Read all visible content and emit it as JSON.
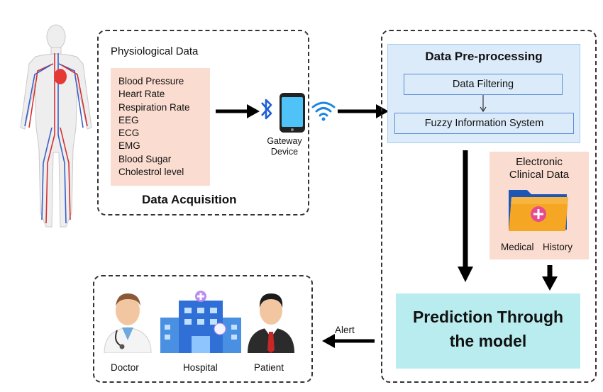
{
  "acquisition": {
    "heading": "Physiological Data",
    "signals": [
      "Blood Pressure",
      "Heart Rate",
      "Respiration Rate",
      "EEG",
      "ECG",
      "EMG",
      "Blood Sugar",
      "Cholestrol level"
    ],
    "title": "Data Acquisition"
  },
  "gateway": {
    "line1": "Gateway",
    "line2": "Device"
  },
  "preprocessing": {
    "title": "Data Pre-processing",
    "filtering": "Data Filtering",
    "fuzzy": "Fuzzy Information System"
  },
  "clinical": {
    "line1": "Electronic",
    "line2": "Clinical Data",
    "caption_left": "Medical",
    "caption_right": "History"
  },
  "prediction": {
    "line1": "Prediction Through",
    "line2": "the model"
  },
  "alert_label": "Alert",
  "recipients": {
    "doctor": "Doctor",
    "hospital": "Hospital",
    "patient": "Patient"
  },
  "colors": {
    "signal_box": "#fbdcd0",
    "preprocess_fill": "#dcebfa",
    "preprocess_inner": "#5b8bd6",
    "prediction_fill": "#b9ecef",
    "accent_pink": "#e84a8f"
  }
}
